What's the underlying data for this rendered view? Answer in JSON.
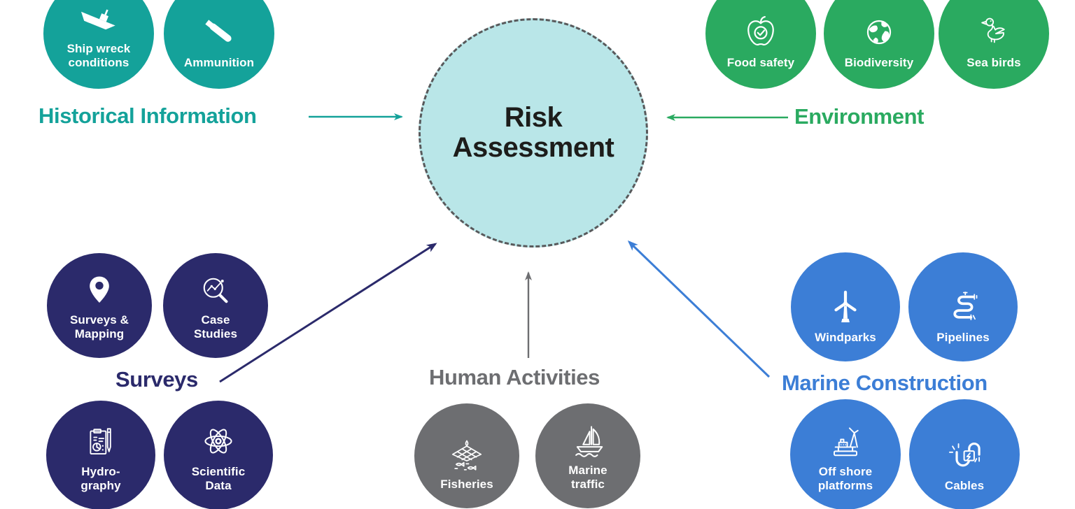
{
  "center": {
    "label": [
      "Risk",
      "Assessment"
    ],
    "fill_color": "#b9e6e8",
    "border_color": "#58595b"
  },
  "groups": [
    {
      "name": "historical-information",
      "label": "Historical Information",
      "color": "#14a29a",
      "arrow": "points right into center circle",
      "items": [
        {
          "name": "ship-wreck-conditions",
          "label": [
            "Ship wreck",
            "conditions"
          ],
          "icon": "sinking-ship-icon"
        },
        {
          "name": "ammunition",
          "label": [
            "Ammunition"
          ],
          "icon": "ammunition-shell-icon"
        }
      ]
    },
    {
      "name": "environment",
      "label": "Environment",
      "color": "#2aaa60",
      "arrow": "points left into center circle",
      "items": [
        {
          "name": "food-safety",
          "label": [
            "Food safety"
          ],
          "icon": "apple-check-icon"
        },
        {
          "name": "biodiversity",
          "label": [
            "Biodiversity"
          ],
          "icon": "globe-icon"
        },
        {
          "name": "sea-birds",
          "label": [
            "Sea birds"
          ],
          "icon": "bird-icon"
        }
      ]
    },
    {
      "name": "surveys",
      "label": "Surveys",
      "color": "#2b2a6b",
      "arrow": "points diagonally up-right into center circle",
      "items": [
        {
          "name": "surveys-mapping",
          "label": [
            "Surveys &",
            "Mapping"
          ],
          "icon": "location-pin-icon"
        },
        {
          "name": "case-studies",
          "label": [
            "Case",
            "Studies"
          ],
          "icon": "magnifier-chart-icon"
        },
        {
          "name": "hydrography",
          "label": [
            "Hydro-",
            "graphy"
          ],
          "icon": "clipboard-pen-icon"
        },
        {
          "name": "scientific-data",
          "label": [
            "Scientific",
            "Data"
          ],
          "icon": "atom-icon"
        }
      ]
    },
    {
      "name": "human-activities",
      "label": "Human Activities",
      "color": "#6d6e71",
      "arrow": "points straight up into center circle",
      "items": [
        {
          "name": "fisheries",
          "label": [
            "Fisheries"
          ],
          "icon": "fishing-net-icon"
        },
        {
          "name": "marine-traffic",
          "label": [
            "Marine",
            "traffic"
          ],
          "icon": "sailboat-icon"
        }
      ]
    },
    {
      "name": "marine-construction",
      "label": "Marine Construction",
      "color": "#3c7ed6",
      "arrow": "points diagonally up-left into center circle",
      "items": [
        {
          "name": "windparks",
          "label": [
            "Windparks"
          ],
          "icon": "wind-turbine-icon"
        },
        {
          "name": "pipelines",
          "label": [
            "Pipelines"
          ],
          "icon": "pipeline-icon"
        },
        {
          "name": "offshore-platforms",
          "label": [
            "Off shore",
            "platforms"
          ],
          "icon": "offshore-platform-icon"
        },
        {
          "name": "cables",
          "label": [
            "Cables"
          ],
          "icon": "cable-plug-icon"
        }
      ]
    }
  ]
}
